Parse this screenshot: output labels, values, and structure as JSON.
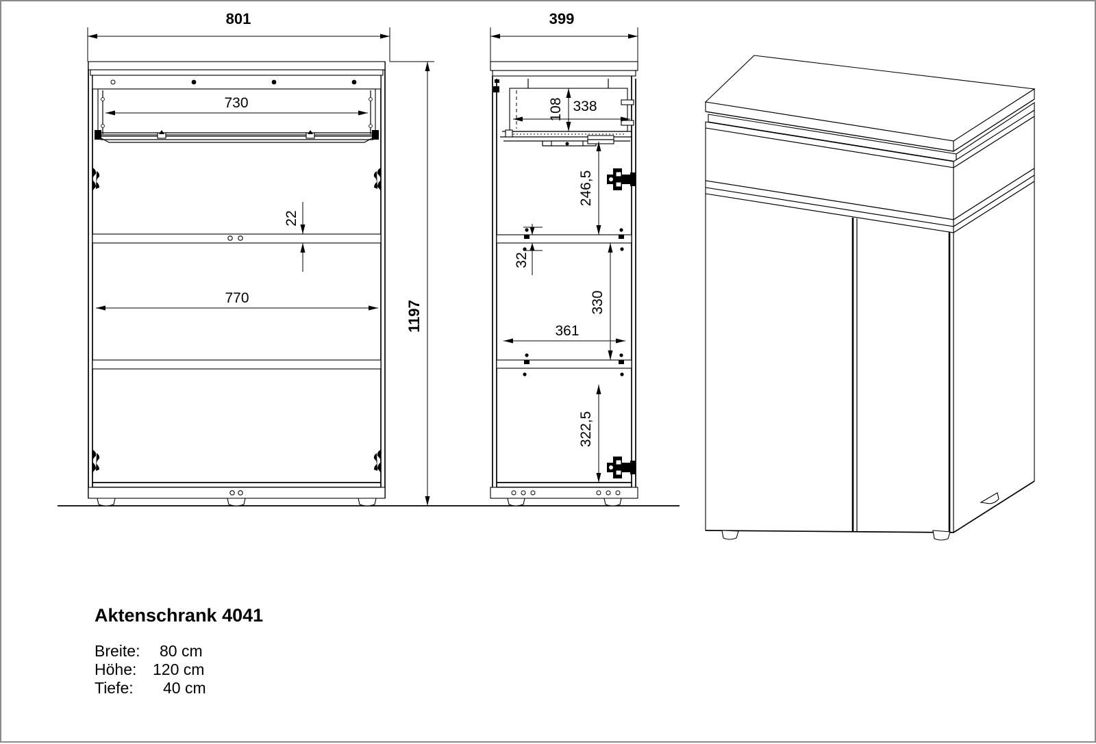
{
  "document": {
    "type": "technical-drawing",
    "title": "Aktenschrank 4041",
    "specs": [
      {
        "label": "Breite:",
        "value": "80 cm"
      },
      {
        "label": "Höhe:",
        "value": "120 cm"
      },
      {
        "label": "Tiefe:",
        "value": "40 cm"
      }
    ]
  },
  "views": {
    "front": {
      "name": "front-elevation",
      "dimensions": {
        "overall_width": "801",
        "drawer_inner_width": "730",
        "shelf_inner_width": "770",
        "shelf_thickness": "22",
        "overall_height": "1197"
      }
    },
    "side": {
      "name": "side-section",
      "dimensions": {
        "overall_depth": "399",
        "drawer_height": "108",
        "drawer_depth": "338",
        "upper_compartment": "246,5",
        "shelf_offset": "32",
        "middle_compartment": "330",
        "shelf_depth": "361",
        "lower_compartment": "322,5"
      }
    },
    "iso": {
      "name": "isometric-view"
    }
  },
  "colors": {
    "line": "#000000",
    "sheet_border": "#8a8a8a",
    "background": "#ffffff"
  }
}
